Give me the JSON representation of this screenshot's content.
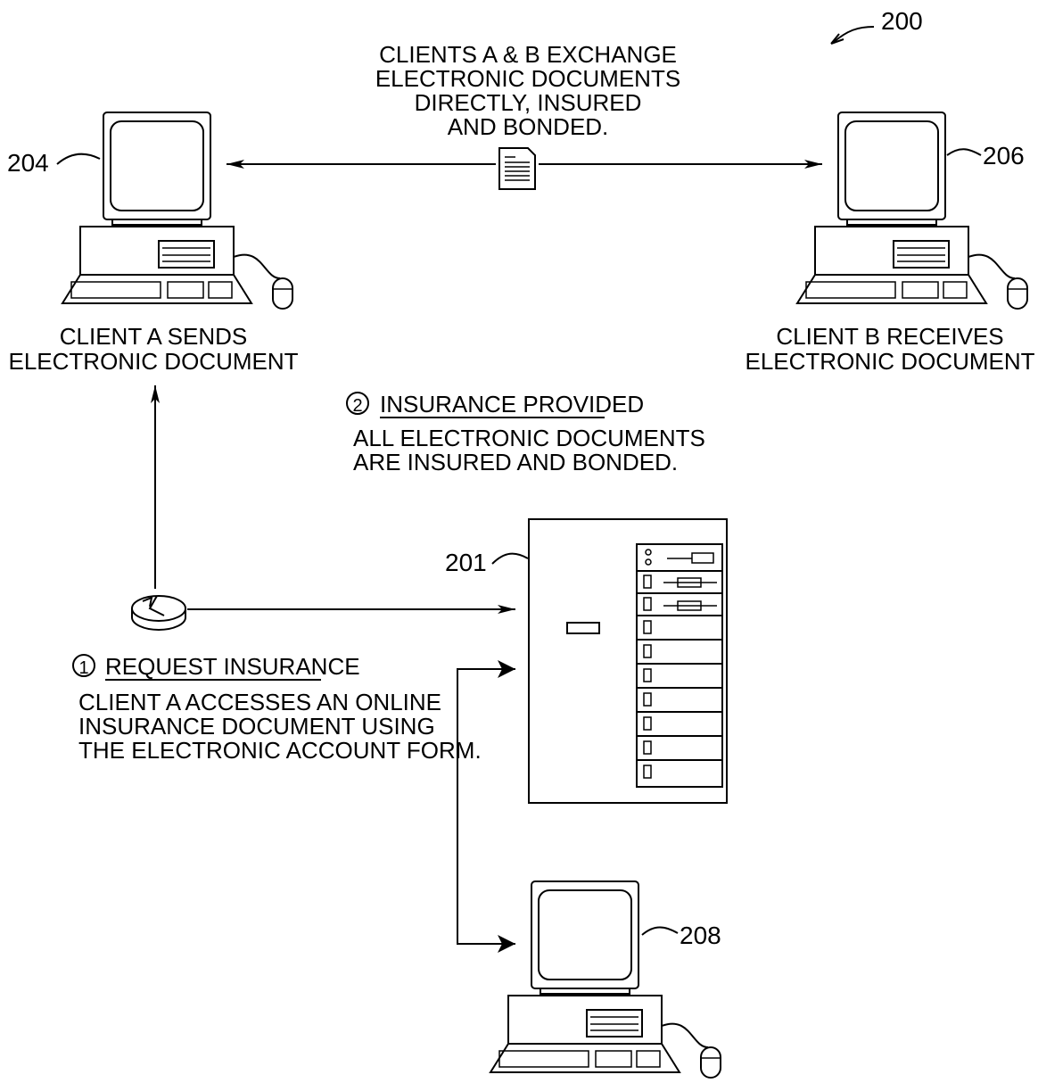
{
  "figure_number": "200",
  "exchange_caption": [
    "CLIENTS A & B EXCHANGE",
    "ELECTRONIC DOCUMENTS",
    "DIRECTLY, INSURED",
    "AND BONDED."
  ],
  "client_a": {
    "ref": "204",
    "caption": [
      "CLIENT A SENDS",
      "ELECTRONIC DOCUMENT"
    ]
  },
  "client_b": {
    "ref": "206",
    "caption": [
      "CLIENT B RECEIVES",
      "ELECTRONIC DOCUMENT"
    ]
  },
  "server": {
    "ref": "201"
  },
  "client_c": {
    "ref": "208"
  },
  "step2": {
    "number": "2",
    "title": "INSURANCE PROVIDED",
    "body": [
      "ALL ELECTRONIC DOCUMENTS",
      "ARE INSURED AND BONDED."
    ]
  },
  "step1": {
    "number": "1",
    "title": "REQUEST INSURANCE",
    "body": [
      "CLIENT A ACCESSES AN ONLINE",
      "INSURANCE DOCUMENT USING",
      "THE ELECTRONIC ACCOUNT FORM."
    ]
  }
}
